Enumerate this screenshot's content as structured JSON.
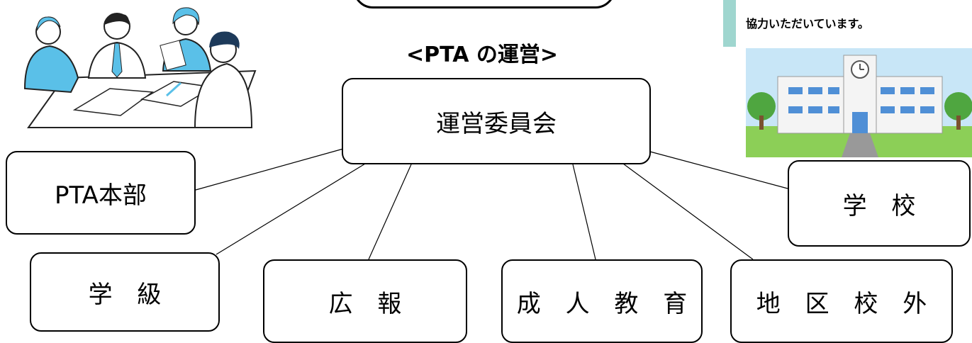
{
  "note": {
    "text": "協力いただいています。"
  },
  "title": "<PTA の運営>",
  "nodes": {
    "center": "運営委員会",
    "honbu": "PTA本部",
    "gakkyu": "学 級",
    "koho": "広 報",
    "seijin": "成 人 教 育",
    "chiku": "地 区 校 外",
    "gakko": "学 校"
  },
  "colors": {
    "note_accent": "#9fd6cf",
    "border": "#000000"
  }
}
